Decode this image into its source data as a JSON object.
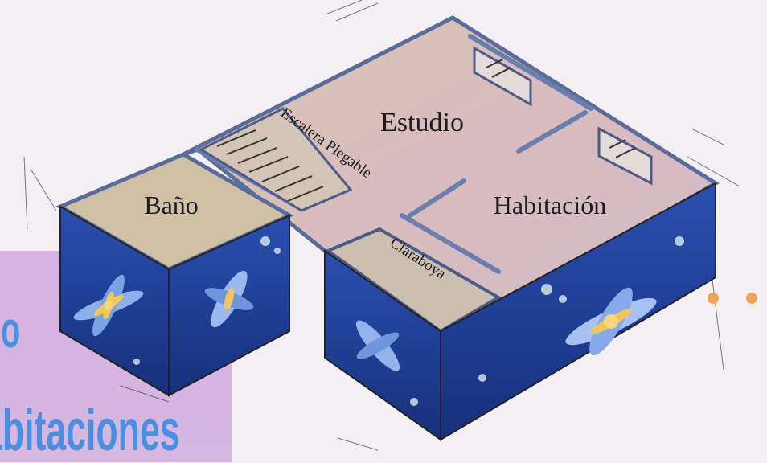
{
  "slide": {
    "title_line1": "lo",
    "title_line2": "abitaciones"
  },
  "floor_plan": {
    "labels": {
      "estudio": "Estudio",
      "bano": "Baño",
      "habitacion": "Habitación",
      "escalera": "Escalera Plegable",
      "claraboya": "Claraboya"
    }
  },
  "colors": {
    "accent_title": "#4a8fe0",
    "band": "#c99ad9",
    "dots": "#f0a45a",
    "tile_blue": "#1d3f9a"
  }
}
